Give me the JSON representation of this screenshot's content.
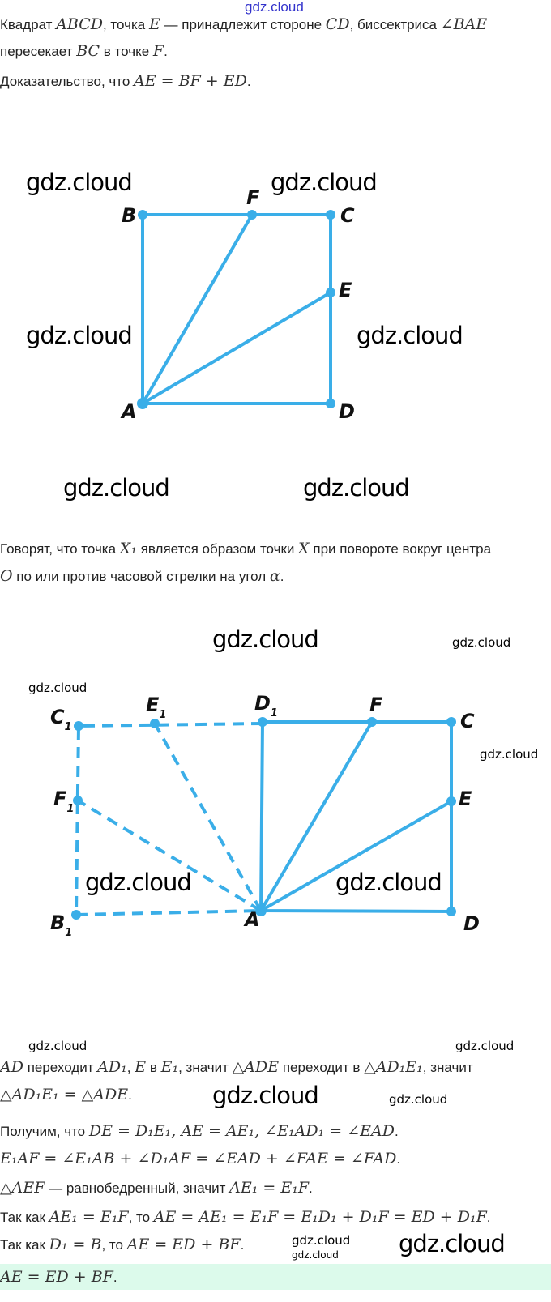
{
  "watermark_top": "gdz.cloud",
  "watermark": "gdz.cloud",
  "colors": {
    "figure": "#3aaee8",
    "answer_bg": "#dcfaeb"
  },
  "lines": [
    [
      {
        "t": "Квадрат "
      },
      {
        "m": "ABCD"
      },
      {
        "t": ", точка "
      },
      {
        "m": "E"
      },
      {
        "t": " — принадлежит стороне "
      },
      {
        "m": "CD"
      },
      {
        "t": ", биссектриса "
      },
      {
        "m": "∠BAE"
      }
    ],
    [
      {
        "t": "пересекает "
      },
      {
        "m": "BC"
      },
      {
        "t": " в точке "
      },
      {
        "m": "F"
      },
      {
        "t": "."
      }
    ],
    [
      {
        "t": "Доказательство, что "
      },
      {
        "m": "AE = BF + ED"
      },
      {
        "t": "."
      }
    ],
    [
      {
        "t": "Говорят, что точка "
      },
      {
        "m": "X₁"
      },
      {
        "t": " является образом точки "
      },
      {
        "m": "X"
      },
      {
        "t": " при повороте вокруг центра"
      }
    ],
    [
      {
        "m": "O"
      },
      {
        "t": " по или против часовой стрелки на угол "
      },
      {
        "m": "α"
      },
      {
        "t": "."
      }
    ],
    [
      {
        "m": "AD"
      },
      {
        "t": " переходит "
      },
      {
        "m": "AD₁"
      },
      {
        "t": ", "
      },
      {
        "m": "E"
      },
      {
        "t": " в "
      },
      {
        "m": "E₁"
      },
      {
        "t": ", значит "
      },
      {
        "m": "△ADE"
      },
      {
        "t": " переходит в "
      },
      {
        "m": "△AD₁E₁"
      },
      {
        "t": ", значит"
      }
    ],
    [
      {
        "m": "△AD₁E₁ = △ADE"
      },
      {
        "t": "."
      }
    ],
    [
      {
        "t": "Получим, что "
      },
      {
        "m": "DE = D₁E₁, AE = AE₁, ∠E₁AD₁ = ∠EAD"
      },
      {
        "t": "."
      }
    ],
    [
      {
        "m": "E₁AF = ∠E₁AB + ∠D₁AF = ∠EAD + ∠FAE = ∠FAD"
      },
      {
        "t": "."
      }
    ],
    [
      {
        "m": "△AEF"
      },
      {
        "t": " — равнобедренный, значит "
      },
      {
        "m": "AE₁ = E₁F"
      },
      {
        "t": "."
      }
    ],
    [
      {
        "t": "Так как "
      },
      {
        "m": "AE₁ = E₁F"
      },
      {
        "t": ", то "
      },
      {
        "m": "AE = AE₁ = E₁F = E₁D₁ + D₁F = ED + D₁F"
      },
      {
        "t": "."
      }
    ],
    [
      {
        "t": "Так как "
      },
      {
        "m": "D₁ = B"
      },
      {
        "t": ", то "
      },
      {
        "m": "AE = ED + BF"
      },
      {
        "t": "."
      }
    ],
    [
      {
        "m": "AE = ED + BF"
      },
      {
        "t": "."
      }
    ]
  ],
  "figure1": {
    "labels": {
      "A": "A",
      "B": "B",
      "C": "C",
      "D": "D",
      "E": "E",
      "F": "F"
    }
  },
  "figure2": {
    "labels": {
      "A": "A",
      "C": "C",
      "D": "D",
      "E": "E",
      "F": "F",
      "B1": "B",
      "C1": "C",
      "D1": "D",
      "E1": "E",
      "F1": "F",
      "sub": "1"
    }
  }
}
